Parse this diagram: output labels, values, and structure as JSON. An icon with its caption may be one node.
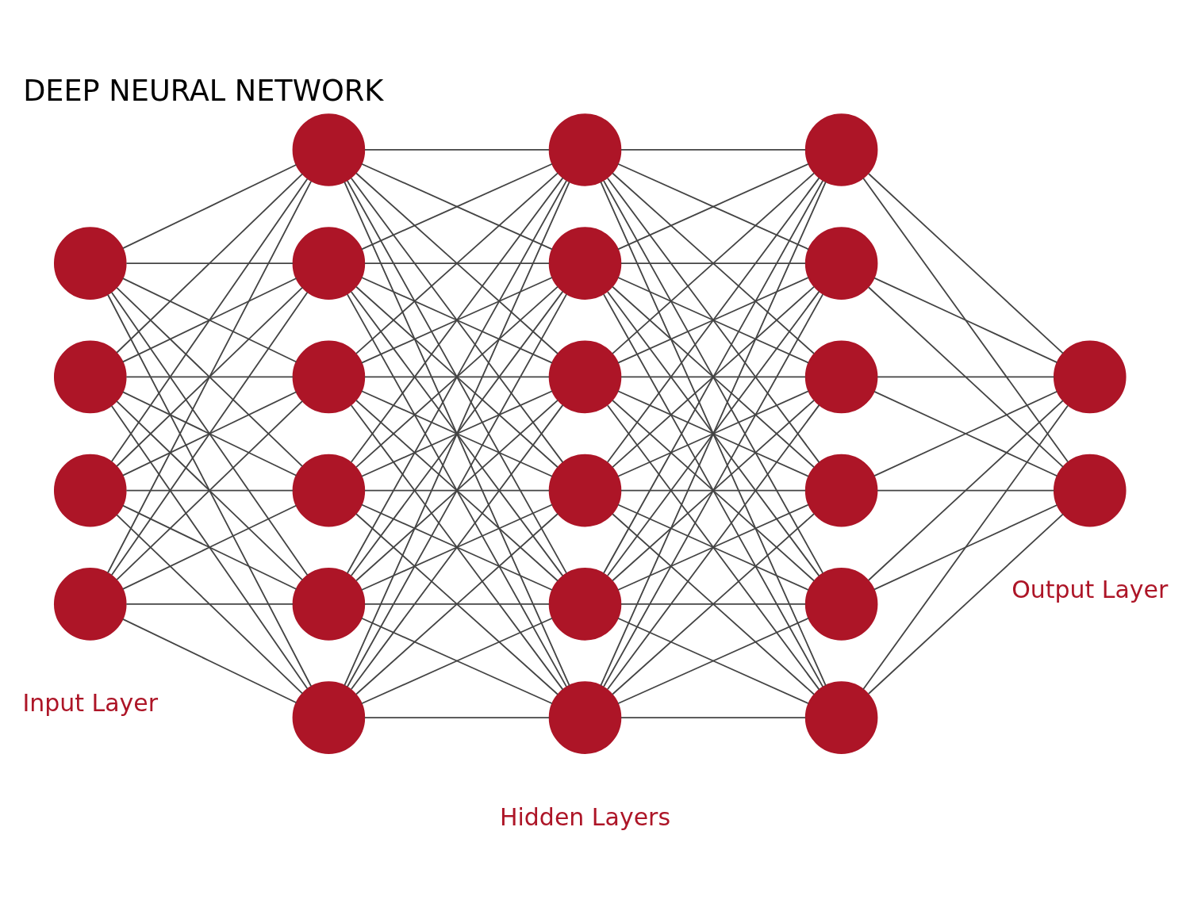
{
  "diagram": {
    "title": "DEEP NEURAL NETWORK",
    "nodes": [
      {
        "text": [],
        "shape": "circle"
      },
      {
        "text": [],
        "shape": "circle"
      },
      {
        "text": [],
        "shape": "circle"
      },
      {
        "text": [],
        "shape": "circle"
      },
      {
        "text": [],
        "shape": "circle"
      },
      {
        "text": [],
        "shape": "circle"
      },
      {
        "text": [],
        "shape": "circle"
      },
      {
        "text": [],
        "shape": "circle"
      },
      {
        "text": [],
        "shape": "circle"
      },
      {
        "text": [],
        "shape": "circle"
      },
      {
        "text": [],
        "shape": "circle"
      },
      {
        "text": [],
        "shape": "circle"
      },
      {
        "text": [],
        "shape": "circle"
      },
      {
        "text": [],
        "shape": "circle"
      },
      {
        "text": [],
        "shape": "circle"
      },
      {
        "text": [],
        "shape": "circle"
      },
      {
        "text": [],
        "shape": "circle"
      },
      {
        "text": [],
        "shape": "circle"
      },
      {
        "text": [],
        "shape": "circle"
      },
      {
        "text": [],
        "shape": "circle"
      },
      {
        "text": [],
        "shape": "circle"
      },
      {
        "text": [],
        "shape": "circle"
      },
      {
        "text": [],
        "shape": "circle"
      },
      {
        "text": [],
        "shape": "circle"
      }
    ],
    "edges": [
      {
        "from": 0,
        "to": 4,
        "arrow": "none"
      },
      {
        "from": 0,
        "to": 5,
        "arrow": "none"
      },
      {
        "from": 0,
        "to": 6,
        "arrow": "none"
      },
      {
        "from": 0,
        "to": 7,
        "arrow": "none"
      },
      {
        "from": 0,
        "to": 8,
        "arrow": "none"
      },
      {
        "from": 0,
        "to": 9,
        "arrow": "none"
      },
      {
        "from": 1,
        "to": 4,
        "arrow": "none"
      },
      {
        "from": 1,
        "to": 5,
        "arrow": "none"
      },
      {
        "from": 1,
        "to": 6,
        "arrow": "none"
      },
      {
        "from": 1,
        "to": 7,
        "arrow": "none"
      },
      {
        "from": 1,
        "to": 8,
        "arrow": "none"
      },
      {
        "from": 1,
        "to": 9,
        "arrow": "none"
      },
      {
        "from": 2,
        "to": 4,
        "arrow": "none"
      },
      {
        "from": 2,
        "to": 5,
        "arrow": "none"
      },
      {
        "from": 2,
        "to": 6,
        "arrow": "none"
      },
      {
        "from": 2,
        "to": 7,
        "arrow": "none"
      },
      {
        "from": 2,
        "to": 8,
        "arrow": "none"
      },
      {
        "from": 2,
        "to": 9,
        "arrow": "none"
      },
      {
        "from": 3,
        "to": 4,
        "arrow": "none"
      },
      {
        "from": 3,
        "to": 5,
        "arrow": "none"
      },
      {
        "from": 3,
        "to": 6,
        "arrow": "none"
      },
      {
        "from": 3,
        "to": 7,
        "arrow": "none"
      },
      {
        "from": 3,
        "to": 8,
        "arrow": "none"
      },
      {
        "from": 3,
        "to": 9,
        "arrow": "none"
      },
      {
        "from": 4,
        "to": 10,
        "arrow": "none"
      },
      {
        "from": 4,
        "to": 11,
        "arrow": "none"
      },
      {
        "from": 4,
        "to": 12,
        "arrow": "none"
      },
      {
        "from": 4,
        "to": 13,
        "arrow": "none"
      },
      {
        "from": 4,
        "to": 14,
        "arrow": "none"
      },
      {
        "from": 4,
        "to": 15,
        "arrow": "none"
      },
      {
        "from": 5,
        "to": 10,
        "arrow": "none"
      },
      {
        "from": 5,
        "to": 11,
        "arrow": "none"
      },
      {
        "from": 5,
        "to": 12,
        "arrow": "none"
      },
      {
        "from": 5,
        "to": 13,
        "arrow": "none"
      },
      {
        "from": 5,
        "to": 14,
        "arrow": "none"
      },
      {
        "from": 5,
        "to": 15,
        "arrow": "none"
      },
      {
        "from": 6,
        "to": 10,
        "arrow": "none"
      },
      {
        "from": 6,
        "to": 11,
        "arrow": "none"
      },
      {
        "from": 6,
        "to": 12,
        "arrow": "none"
      },
      {
        "from": 6,
        "to": 13,
        "arrow": "none"
      },
      {
        "from": 6,
        "to": 14,
        "arrow": "none"
      },
      {
        "from": 6,
        "to": 15,
        "arrow": "none"
      },
      {
        "from": 7,
        "to": 10,
        "arrow": "none"
      },
      {
        "from": 7,
        "to": 11,
        "arrow": "none"
      },
      {
        "from": 7,
        "to": 12,
        "arrow": "none"
      },
      {
        "from": 7,
        "to": 13,
        "arrow": "none"
      },
      {
        "from": 7,
        "to": 14,
        "arrow": "none"
      },
      {
        "from": 7,
        "to": 15,
        "arrow": "none"
      },
      {
        "from": 8,
        "to": 10,
        "arrow": "none"
      },
      {
        "from": 8,
        "to": 11,
        "arrow": "none"
      },
      {
        "from": 8,
        "to": 12,
        "arrow": "none"
      },
      {
        "from": 8,
        "to": 13,
        "arrow": "none"
      },
      {
        "from": 8,
        "to": 14,
        "arrow": "none"
      },
      {
        "from": 8,
        "to": 15,
        "arrow": "none"
      },
      {
        "from": 9,
        "to": 10,
        "arrow": "none"
      },
      {
        "from": 9,
        "to": 11,
        "arrow": "none"
      },
      {
        "from": 9,
        "to": 12,
        "arrow": "none"
      },
      {
        "from": 9,
        "to": 13,
        "arrow": "none"
      },
      {
        "from": 9,
        "to": 14,
        "arrow": "none"
      },
      {
        "from": 9,
        "to": 15,
        "arrow": "none"
      },
      {
        "from": 10,
        "to": 16,
        "arrow": "none"
      },
      {
        "from": 10,
        "to": 17,
        "arrow": "none"
      },
      {
        "from": 10,
        "to": 18,
        "arrow": "none"
      },
      {
        "from": 10,
        "to": 19,
        "arrow": "none"
      },
      {
        "from": 10,
        "to": 20,
        "arrow": "none"
      },
      {
        "from": 10,
        "to": 21,
        "arrow": "none"
      },
      {
        "from": 11,
        "to": 16,
        "arrow": "none"
      },
      {
        "from": 11,
        "to": 17,
        "arrow": "none"
      },
      {
        "from": 11,
        "to": 18,
        "arrow": "none"
      },
      {
        "from": 11,
        "to": 19,
        "arrow": "none"
      },
      {
        "from": 11,
        "to": 20,
        "arrow": "none"
      },
      {
        "from": 11,
        "to": 21,
        "arrow": "none"
      },
      {
        "from": 12,
        "to": 16,
        "arrow": "none"
      },
      {
        "from": 12,
        "to": 17,
        "arrow": "none"
      },
      {
        "from": 12,
        "to": 18,
        "arrow": "none"
      },
      {
        "from": 12,
        "to": 19,
        "arrow": "none"
      },
      {
        "from": 12,
        "to": 20,
        "arrow": "none"
      },
      {
        "from": 12,
        "to": 21,
        "arrow": "none"
      },
      {
        "from": 13,
        "to": 16,
        "arrow": "none"
      },
      {
        "from": 13,
        "to": 17,
        "arrow": "none"
      },
      {
        "from": 13,
        "to": 18,
        "arrow": "none"
      },
      {
        "from": 13,
        "to": 19,
        "arrow": "none"
      },
      {
        "from": 13,
        "to": 20,
        "arrow": "none"
      },
      {
        "from": 13,
        "to": 21,
        "arrow": "none"
      },
      {
        "from": 14,
        "to": 16,
        "arrow": "none"
      },
      {
        "from": 14,
        "to": 17,
        "arrow": "none"
      },
      {
        "from": 14,
        "to": 18,
        "arrow": "none"
      },
      {
        "from": 14,
        "to": 19,
        "arrow": "none"
      },
      {
        "from": 14,
        "to": 20,
        "arrow": "none"
      },
      {
        "from": 14,
        "to": 21,
        "arrow": "none"
      },
      {
        "from": 15,
        "to": 16,
        "arrow": "none"
      },
      {
        "from": 15,
        "to": 17,
        "arrow": "none"
      },
      {
        "from": 15,
        "to": 18,
        "arrow": "none"
      },
      {
        "from": 15,
        "to": 19,
        "arrow": "none"
      },
      {
        "from": 15,
        "to": 20,
        "arrow": "none"
      },
      {
        "from": 15,
        "to": 21,
        "arrow": "none"
      },
      {
        "from": 16,
        "to": 22,
        "arrow": "none"
      },
      {
        "from": 16,
        "to": 23,
        "arrow": "none"
      },
      {
        "from": 17,
        "to": 22,
        "arrow": "none"
      },
      {
        "from": 17,
        "to": 23,
        "arrow": "none"
      },
      {
        "from": 18,
        "to": 22,
        "arrow": "none"
      },
      {
        "from": 18,
        "to": 23,
        "arrow": "none"
      },
      {
        "from": 19,
        "to": 22,
        "arrow": "none"
      },
      {
        "from": 19,
        "to": 23,
        "arrow": "none"
      },
      {
        "from": 20,
        "to": 22,
        "arrow": "none"
      },
      {
        "from": 20,
        "to": 23,
        "arrow": "none"
      },
      {
        "from": 21,
        "to": 22,
        "arrow": "none"
      },
      {
        "from": 21,
        "to": 23,
        "arrow": "none"
      }
    ],
    "labels": [
      "Input Layer",
      "Hidden Layers",
      "Output Layer"
    ]
  }
}
